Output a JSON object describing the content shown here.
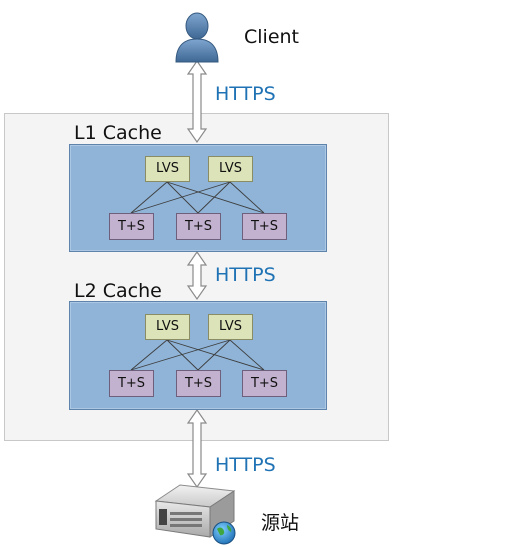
{
  "client": {
    "label": "Client",
    "icon": "user-icon"
  },
  "origin": {
    "label": "源站",
    "icon": "server-icon"
  },
  "links": {
    "client_to_l1": "HTTPS",
    "l1_to_l2": "HTTPS",
    "l2_to_origin": "HTTPS"
  },
  "tiers": [
    {
      "title": "L1 Cache",
      "lvs": [
        "LVS",
        "LVS"
      ],
      "ts": [
        "T+S",
        "T+S",
        "T+S"
      ]
    },
    {
      "title": "L2 Cache",
      "lvs": [
        "LVS",
        "LVS"
      ],
      "ts": [
        "T+S",
        "T+S",
        "T+S"
      ]
    }
  ],
  "colors": {
    "link_text": "#1f73b5",
    "tier_fill": "#8fb4d8",
    "lvs_fill": "#dde3b8",
    "ts_fill": "#c3b2cf",
    "panel_fill": "#f4f4f4"
  }
}
